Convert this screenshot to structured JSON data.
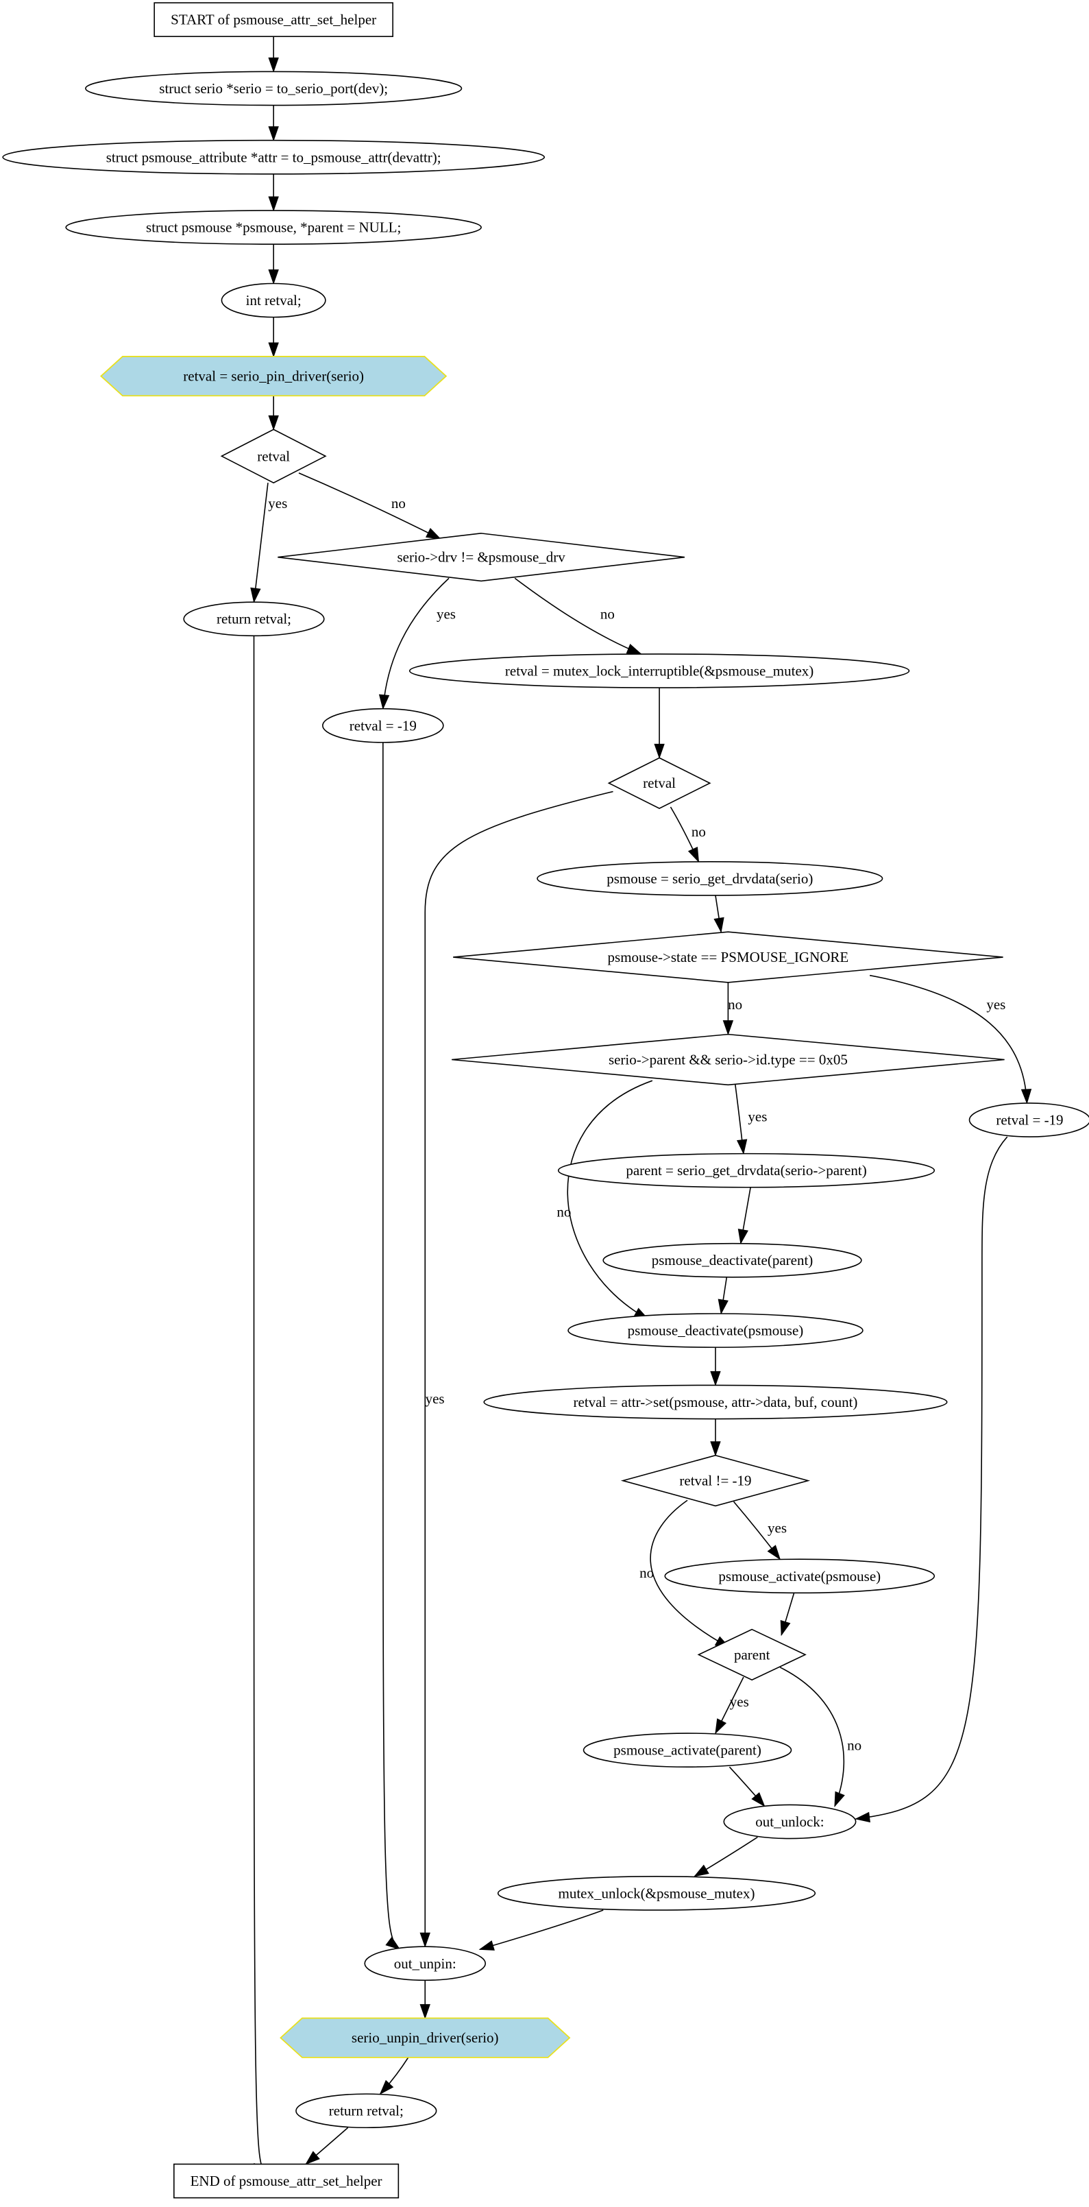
{
  "nodes": {
    "start": "START of psmouse_attr_set_helper",
    "n_serio": "struct serio *serio = to_serio_port(dev);",
    "n_attr": "struct psmouse_attribute *attr = to_psmouse_attr(devattr);",
    "n_psm": "struct psmouse *psmouse, *parent = NULL;",
    "n_int": "int retval;",
    "n_pin": "retval = serio_pin_driver(serio)",
    "d_retval1": "retval",
    "n_ret1": "return retval;",
    "d_drv": "serio->drv != &psmouse_drv",
    "n_m19a": "retval = -19",
    "n_mutex": "retval = mutex_lock_interruptible(&psmouse_mutex)",
    "d_retval2": "retval",
    "n_getdrv": "psmouse = serio_get_drvdata(serio)",
    "d_state": "psmouse->state == PSMOUSE_IGNORE",
    "d_parent_type": "serio->parent && serio->id.type == 0x05",
    "n_m19b": "retval = -19",
    "n_parent_get": "parent = serio_get_drvdata(serio->parent)",
    "n_deact_parent": "psmouse_deactivate(parent)",
    "n_deact_psm": "psmouse_deactivate(psmouse)",
    "n_set": "retval = attr->set(psmouse, attr->data, buf, count)",
    "d_ne19": "retval != -19",
    "n_act_psm": "psmouse_activate(psmouse)",
    "d_parent": "parent",
    "n_act_parent": "psmouse_activate(parent)",
    "n_out_unlock": "out_unlock:",
    "n_unlock": "mutex_unlock(&psmouse_mutex)",
    "n_out_unpin": "out_unpin:",
    "n_unpin": "serio_unpin_driver(serio)",
    "n_ret2": "return retval;",
    "end": "END of psmouse_attr_set_helper"
  },
  "edge_labels": {
    "r1_yes": "yes",
    "r1_no": "no",
    "drv_yes": "yes",
    "drv_no": "no",
    "r2_yes": "yes",
    "r2_no": "no",
    "state_no": "no",
    "state_yes": "yes",
    "pt_yes": "yes",
    "pt_no": "no",
    "ne19_yes": "yes",
    "ne19_no": "no",
    "par_yes": "yes",
    "par_no": "no"
  },
  "colors": {
    "hexagon_fill": "#add8e6",
    "hexagon_stroke": "#e8e020"
  }
}
